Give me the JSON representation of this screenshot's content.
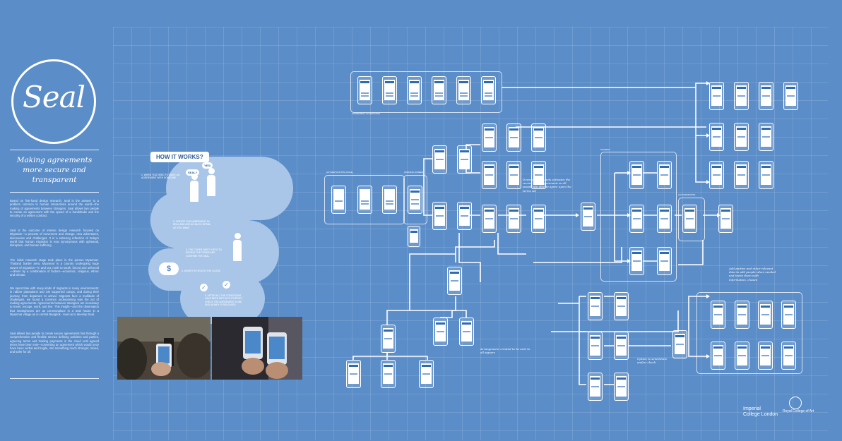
{
  "brand": {
    "logo_text": "Seal",
    "tagline": "Making agreements more secure and transparent"
  },
  "intro_paragraphs": [
    "Based on first-hand design research, Seal is the answer to a problem common to human interactions around the world—the making of agreements between strangers. Seal allows two people to create an agreement with the speed of a handshake and the security of a written contract.",
    "Seal is the outcome of intense design research focused on Migration—a process of movement and change, new adventures, discoveries and challenges. It is a sobering reflection of today's world that human migration is now synonymous with upheaval, disruption, and human suffering.",
    "The initial research stage took place in the porous Myanmar-Thailand border area. Myanmar is a country undergoing huge waves of migration—in and out, north to south, forced and unforced—driven by a combination of factors—economic, religious, ethnic and climate.",
    "We spent time with many kinds of migrants in many environments: in rubber plantations and UN supported camps, and during their journey, from departure to arrival. Migrants face a multitude of challenges, we found a common underpinning was the act of making agreements. Agreements between strangers are necessary to travel, escape, work, and live. This insight—and the observation that smartphones are as commonplace in a teak house in a Myanmar village as in central Bangkok - lead us to develop Seal.",
    "Seal allows two people to create secure agreements fast through a comprehensive and flexible service defining activities and parties, agreeing terms and holding payments in the cloud until agreed terms have been met—converting an agreement which would once have been verbal and fragile, into something much stronger, mixed, and safer for all."
  ],
  "how_it_works": {
    "title": "HOW IT WORKS?",
    "bubble_yes": "YES!",
    "bubble_seal": "SEAL?",
    "steps": [
      "1. WHEN YOU NEED TO MAKE AN AGREEMENT WITH SOMEONE",
      "2. CREATE THE AGREEMENT IN SEAL AND ADD AS MUCH DETAIL AS YOU WANT",
      "3. THE OTHER PARTY GETS TO REVIEW THE TERMS AND CONFIRM THE DEAL",
      "4. MONEY IS HELD IN THE CLOUD",
      "5. AFTER ALL THE CONDITIONS HAVE BEEN MET BOTH PARTIES CHECK THE AGREEMENT DONE AND MONEY IS RELEASED"
    ],
    "cloud_symbol": "$",
    "check_symbol": "✓"
  },
  "flow_labels": {
    "agreement_acceptance": "AGREEMENT ACCEPTANCE",
    "authentication": "AUTHENTICATION (ONCE)",
    "opening_screen": "OPENING SCREEN",
    "payment": "PAYMENT",
    "authorization": "AUTHORIZATION"
  },
  "annotations": [
    "Downloading hands activates the record in the agreement so all people are able to agree upon the terms set",
    "Arrangement created to be sent to all signers",
    "Add parties and other relevant data to add people when needed and invite them with information, chosen",
    "Option to send/share and/or check"
  ],
  "institutions": {
    "imperial": "Imperial College London",
    "rca": "Royal College of Art"
  },
  "colors": {
    "background": "#5b8dc8",
    "line": "#ffffff",
    "accent": "#2f6bb0"
  }
}
